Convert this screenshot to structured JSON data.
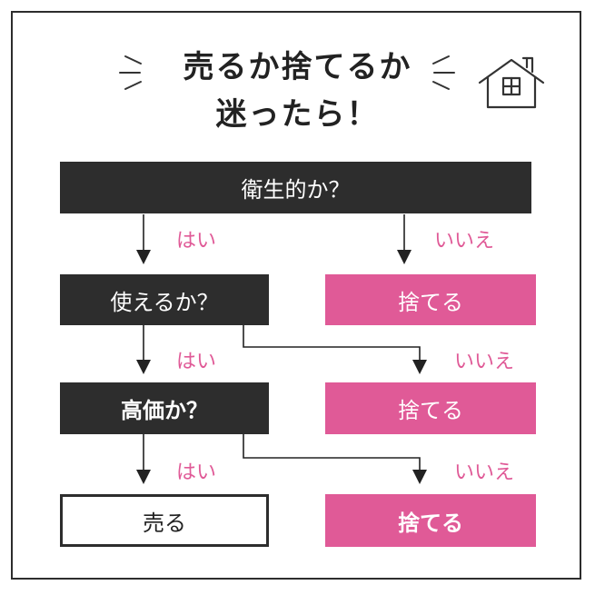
{
  "title": {
    "line1": "売るか捨てるか",
    "line2": "迷ったら！"
  },
  "icon": "house-icon",
  "colors": {
    "dark": "#2d2d2d",
    "pink": "#e05a97",
    "white": "#ffffff"
  },
  "nodes": {
    "q1": "衛生的か？",
    "q2": "使えるか？",
    "q3": "高価か？",
    "sell": "売る",
    "discard1": "捨てる",
    "discard2": "捨てる",
    "discard3": "捨てる"
  },
  "edges": {
    "yes1": "はい",
    "no1": "いいえ",
    "yes2": "はい",
    "no2": "いいえ",
    "yes3": "はい",
    "no3": "いいえ"
  }
}
